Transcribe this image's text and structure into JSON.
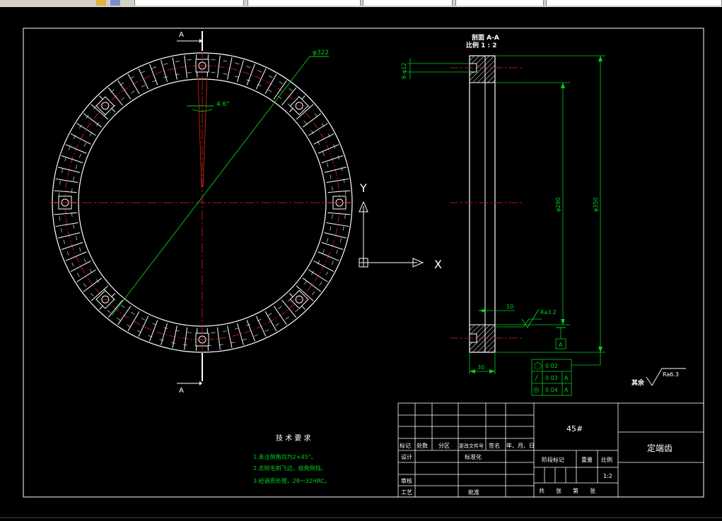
{
  "toolbar": {
    "fields": [
      "",
      "",
      "",
      "",
      ""
    ]
  },
  "drawing": {
    "section_marker": "A",
    "diameter_label": "φ322",
    "angle_label": "4.6°",
    "section_title": "剖面 A-A",
    "scale_note": "比例 1 : 2",
    "hole_label": "8-φ12",
    "dim_inner": "φ290",
    "dim_outer": "φ350",
    "dim_10": "10",
    "dim_30": "30",
    "roughness_main": "Ra3.2",
    "roughness_rest_prefix": "其余",
    "roughness_rest_value": "Ra6.3",
    "datum_label": "A",
    "axis_x": "X",
    "axis_y": "Y",
    "tolerances": [
      {
        "symbol": "◯",
        "value": "0.02",
        "datum": ""
      },
      {
        "symbol": "/",
        "value": "0.03",
        "datum": "A"
      },
      {
        "symbol": "◎",
        "value": "0.04",
        "datum": "A"
      }
    ],
    "tech_title": "技 术 要 求",
    "tech_notes": [
      "1.未注倒角均为2×45°。",
      "2.去除毛刺飞边，锐角倒钝。",
      "3.经调质处理，28～32HRC。"
    ]
  },
  "titleblock": {
    "material": "45#",
    "part_name": "定端齿",
    "scale_value": "1:2",
    "headers": [
      "标记",
      "处数",
      "分区",
      "更改文件号",
      "签名",
      "年、月、日"
    ],
    "design": "设计",
    "standardize": "标准化",
    "review": "审核",
    "craft": "工艺",
    "approve": "批准",
    "stage_mark": "阶段标记",
    "weight": "重量",
    "scale": "比例",
    "sheets": "共　　张　　第　　张"
  }
}
